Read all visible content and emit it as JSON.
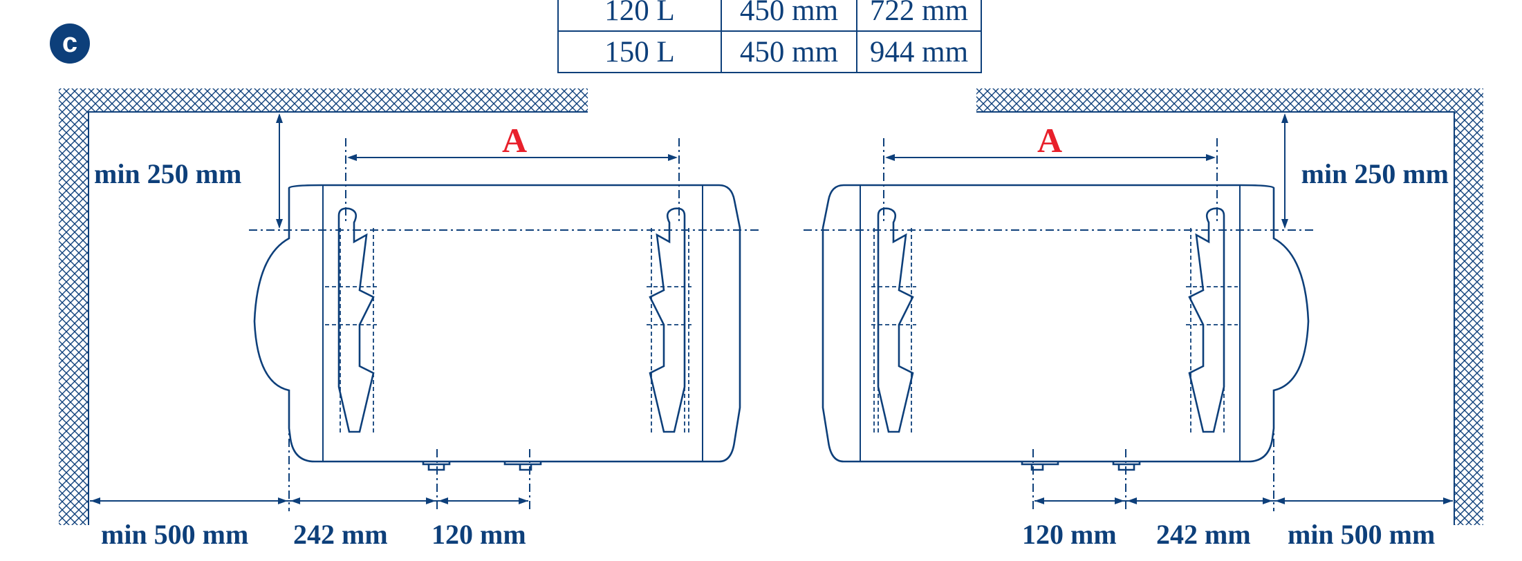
{
  "badge": "c",
  "table": {
    "rows": [
      [
        "120 L",
        "450 mm",
        "722 mm"
      ],
      [
        "150 L",
        "450 mm",
        "944 mm"
      ]
    ]
  },
  "left": {
    "dim_a": "A",
    "top_clearance": "min 250 mm",
    "side_clearance": "min 500 mm",
    "pipe_offset": "242 mm",
    "pipe_spacing": "120 mm"
  },
  "right": {
    "dim_a": "A",
    "top_clearance": "min 250 mm",
    "side_clearance": "min 500 mm",
    "pipe_offset": "242 mm",
    "pipe_spacing": "120 mm"
  },
  "colors": {
    "line": "#0d3f7a",
    "accent": "#e8202b",
    "hatch": "#0d3f7a"
  }
}
